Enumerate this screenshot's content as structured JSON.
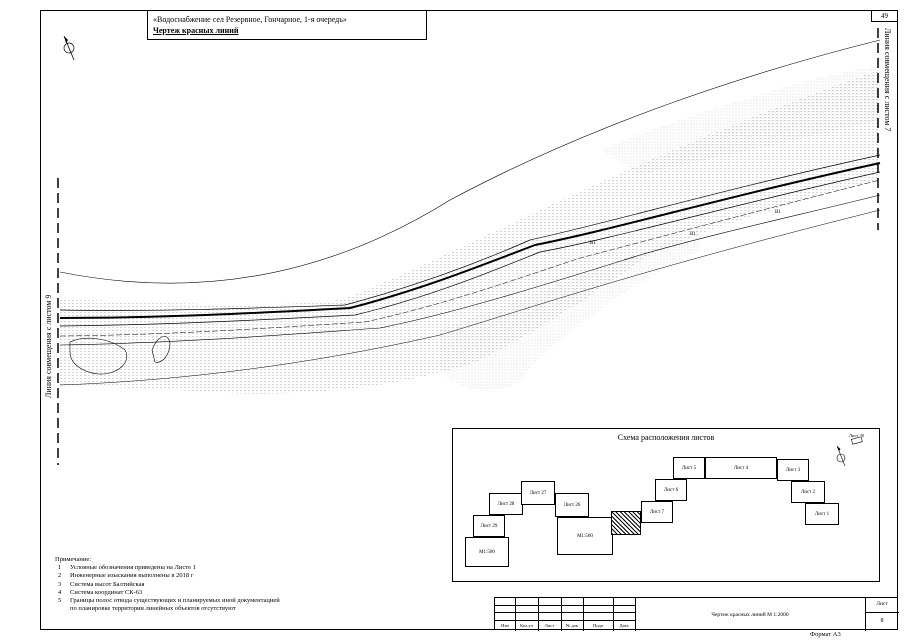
{
  "header": {
    "project_title": "«Водоснабжение сел Резервное, Гончарное, 1-я очередь»",
    "drawing_title": "Чертеж красных линий"
  },
  "top_sheet_number": "49",
  "match_lines": {
    "left": "Линия совмещения с листом 9",
    "right": "Линия совмещения с листом 7"
  },
  "map_labels": {
    "pipe_a": "В1",
    "pipe_b": "В1",
    "pipe_c": "В1"
  },
  "notes": {
    "heading": "Примечание:",
    "items": [
      {
        "n": "1",
        "text": "Условные обозначения приведены на Листе 1"
      },
      {
        "n": "2",
        "text": "Инженерные изыскания выполнены в 2018 г"
      },
      {
        "n": "3",
        "text": "Система высот Балтийская"
      },
      {
        "n": "4",
        "text": "Система координат СК-63"
      },
      {
        "n": "5",
        "text": "Границы полос отвода существующих и планируемых иной документацией"
      },
      {
        "n": "",
        "text": "по планировке территории линейных объектов отсутствуют"
      }
    ]
  },
  "scheme": {
    "title": "Схема расположения листов",
    "sheets": {
      "s29": "Лист 29",
      "m500a": "М1:500",
      "s28": "Лист 28",
      "s27": "Лист 27",
      "s26": "Лист 26",
      "m500b": "М1:500",
      "s8": "",
      "s7": "Лист 7",
      "s6": "Лист 6",
      "s5": "Лист 5",
      "s4": "Лист 4",
      "s3": "Лист 3",
      "s2": "Лист 2",
      "s1": "Лист 1",
      "s30": "Лист 30"
    }
  },
  "stamp": {
    "cols": [
      "Изм",
      "Кол.уч",
      "Лист",
      "№ док",
      "Подп",
      "Дата"
    ],
    "title": "Чертеж красных линий М 1:2000",
    "sheet_label": "Лист",
    "sheet_value": "8"
  },
  "format_label": "Формат А3"
}
